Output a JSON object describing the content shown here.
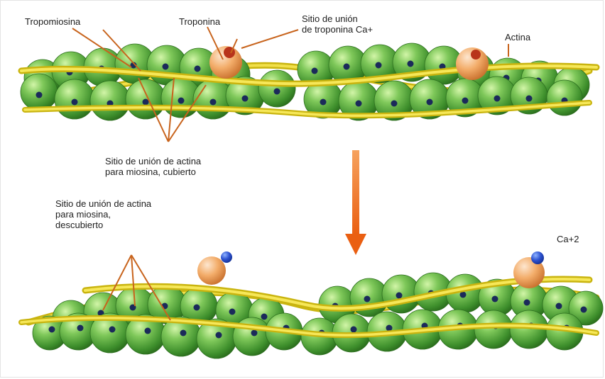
{
  "labels": {
    "tropomiosina": "Tropomiosina",
    "troponina": "Troponina",
    "sitio_troponina": "Sitio de unión\nde troponina Ca+",
    "actina": "Actina",
    "cubierto": "Sitio de unión de actina\npara miosina, cubierto",
    "descubierto": "Sitio de unión de actina\npara miosina,\ndescubierto",
    "calcio": "Ca+2"
  },
  "colors": {
    "actin_green": "#3f9b2e",
    "actin_highlight": "#b9ec8e",
    "binding_site": "#1b2a5a",
    "tropomyosin": "#e6d21d",
    "troponin": "#f1a35e",
    "troponin_site": "#b8341b",
    "calcium": "#1d3fbf",
    "leader_line": "#c8641d",
    "arrow": "#ee6a1a"
  },
  "icons": {
    "actin": "green-sphere",
    "troponin": "orange-sphere",
    "calcium": "blue-sphere",
    "arrow": "down-arrow"
  }
}
